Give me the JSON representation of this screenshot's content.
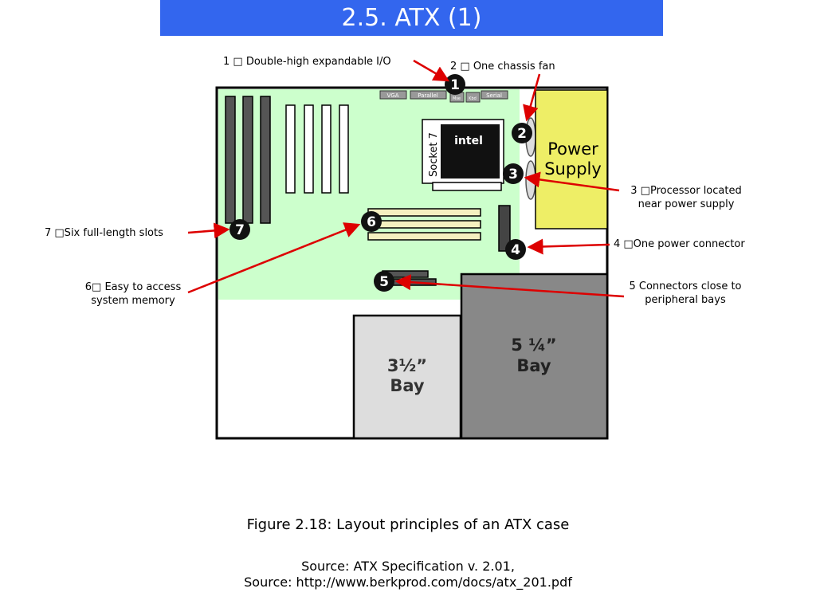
{
  "title": "2.5. ATX (1)",
  "callouts": {
    "c1": "1 □ Double-high expandable I/O",
    "c2": "2 □ One chassis fan",
    "c3_line1": "3  □Processor located",
    "c3_line2": "near power supply",
    "c4": "4  □One power connector",
    "c5_line1": "5  Connectors close to",
    "c5_line2": "peripheral bays",
    "c6_line1": "6□  Easy to access",
    "c6_line2": "system memory",
    "c7": "7  □Six full-length slots"
  },
  "diagram": {
    "io_labels": [
      "VGA",
      "Parallel",
      "Mse",
      "Kbd",
      "Serial"
    ],
    "socket_label": "Socket 7",
    "cpu_brand": "intel",
    "power_supply": "Power Supply",
    "power_supply_line1": "Power",
    "power_supply_line2": "Supply",
    "bay_small_line1": "3½”",
    "bay_small_line2": "Bay",
    "bay_large_line1": "5 ¼”",
    "bay_large_line2": "Bay",
    "markers": [
      "1",
      "2",
      "3",
      "4",
      "5",
      "6",
      "7"
    ]
  },
  "caption": "Figure 2.18: Layout principles of an ATX case",
  "source_line1": "Source: ATX Specification v. 2.01,",
  "source_line2": "Source: http://www.berkprod.com/docs/atx_201.pdf",
  "colors": {
    "title_bar": "#3366ee",
    "board": "#ccffcc",
    "power_supply": "#eeee66",
    "bay_small": "#dddddd",
    "bay_large": "#888888",
    "arrow": "#dd0000"
  }
}
